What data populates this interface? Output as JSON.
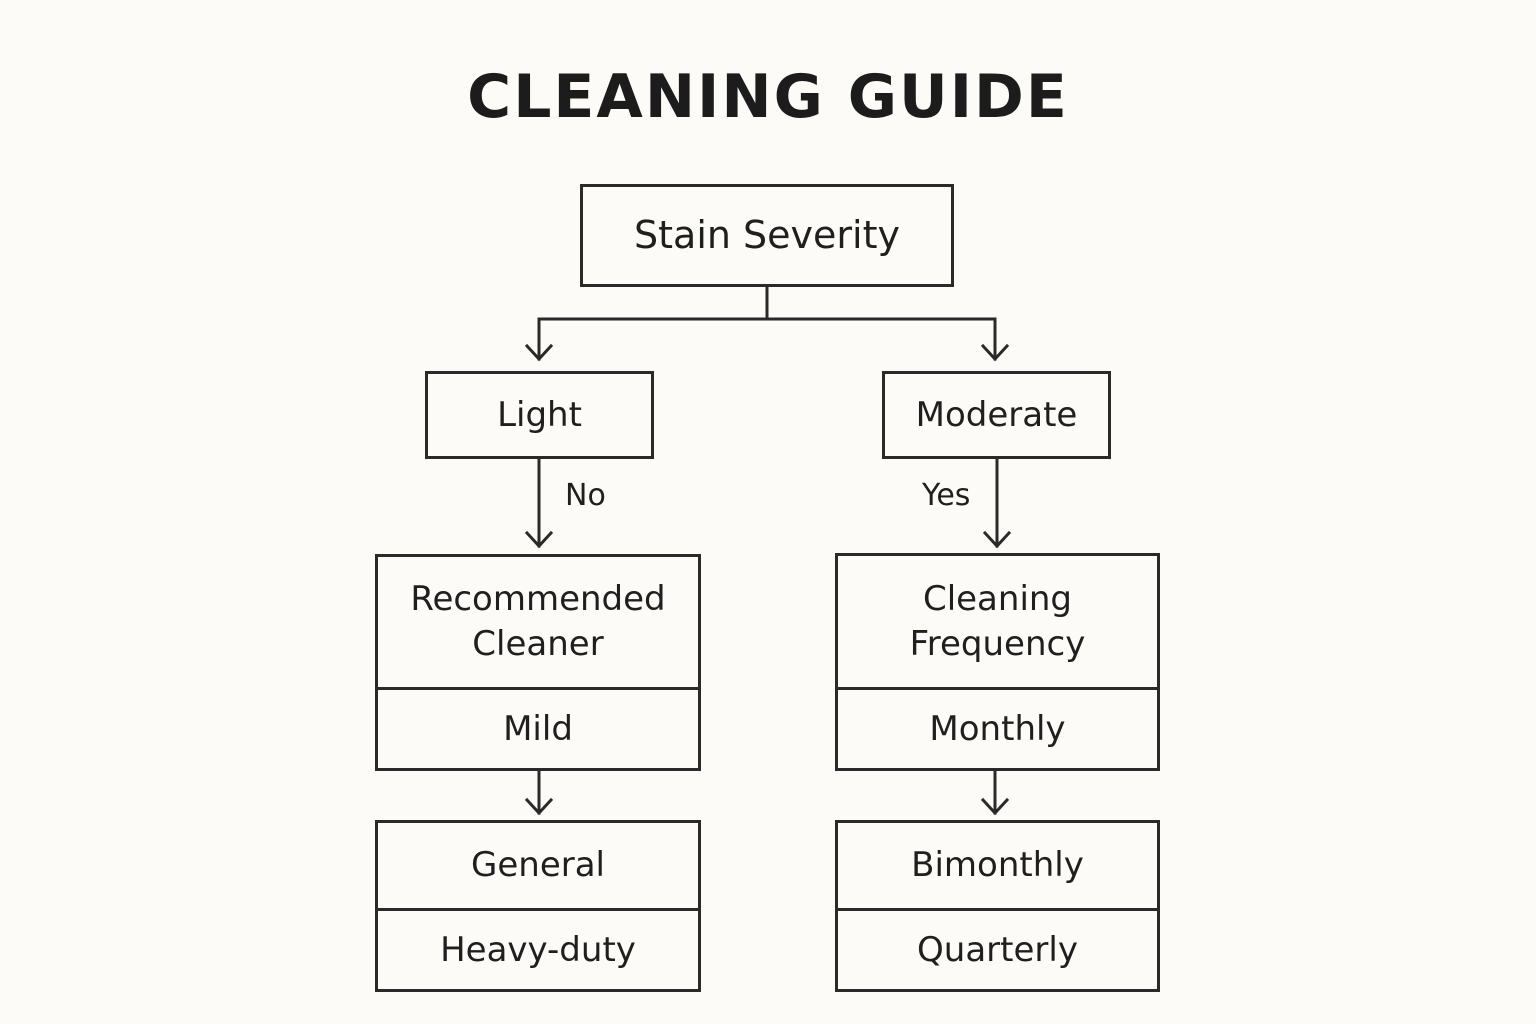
{
  "title": "CLEANING GUIDE",
  "root": {
    "label": "Stain Severity"
  },
  "branches": {
    "left": {
      "node": "Light",
      "edge_label": "No",
      "detail": {
        "header": "Recommended\nCleaner",
        "value": "Mild"
      },
      "options": [
        "General",
        "Heavy-duty"
      ]
    },
    "right": {
      "node": "Moderate",
      "edge_label": "Yes",
      "detail": {
        "header": "Cleaning\nFrequency",
        "value": "Monthly"
      },
      "options": [
        "Bimonthly",
        "Quarterly"
      ]
    }
  }
}
